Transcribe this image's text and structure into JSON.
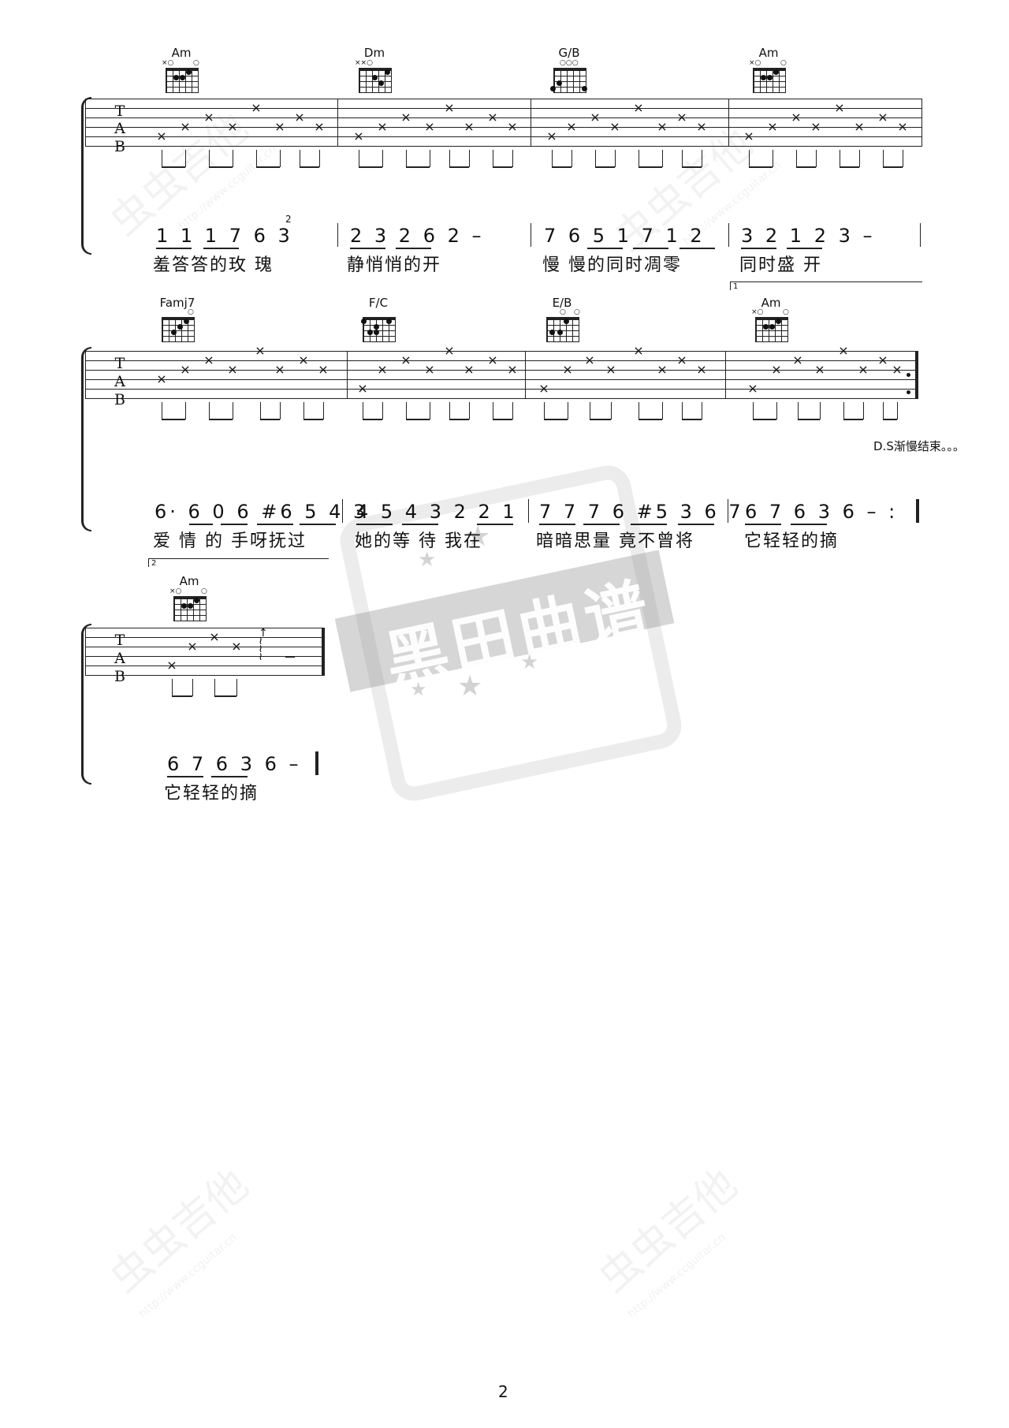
{
  "chords": {
    "row1": [
      "Am",
      "Dm",
      "G/B",
      "Am"
    ],
    "row2": [
      "Famj7",
      "F/C",
      "E/B",
      "Am"
    ],
    "row3": [
      "Am"
    ]
  },
  "tab_letters": [
    "T",
    "A",
    "B"
  ],
  "jianpu": {
    "row1": [
      "1 1 1 7 6 3",
      "2 3 2 6 2 –",
      "7 6 5 1 7 1 2",
      "3 2 1 2 3 –"
    ],
    "row2": [
      "6· 6 0 6 #6 5 4 3",
      "4 5 4 3 2 2 1",
      "7 7 7 6 #5 3 6 7",
      "6 7 6 3 6 – :"
    ],
    "row3": [
      "6 7 6 3 6 –"
    ]
  },
  "grace_note": "2",
  "lyrics": {
    "row1": [
      "羞答答的玫 瑰",
      "静悄悄的开",
      "慢 慢的同时凋零",
      "同时盛 开"
    ],
    "row2": [
      "爱 情 的 手呀抚过",
      "她的等 待 我在",
      "暗暗思量 竟不曾将",
      "它轻轻的摘"
    ],
    "row3": [
      "它轻轻的摘"
    ]
  },
  "volta": {
    "first": "1",
    "second": "2"
  },
  "ds_text": "D.S渐慢结束。。。",
  "page_number": "2",
  "watermark": {
    "brand": "虫虫吉他",
    "url": "http://www.ccguitar.cn",
    "stamp": "黑田曲谱"
  }
}
